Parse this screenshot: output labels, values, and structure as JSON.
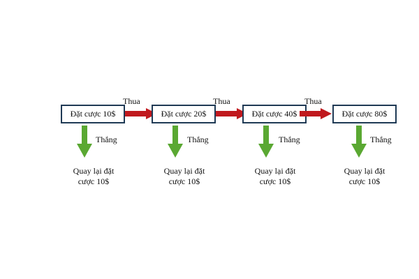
{
  "steps": [
    {
      "bet": "Đặt cược 10$",
      "win": "Thắng",
      "result_line1": "Quay lại đặt",
      "result_line2": "cược 10$"
    },
    {
      "bet": "Đặt cược 20$",
      "win": "Thắng",
      "result_line1": "Quay lại đặt",
      "result_line2": "cược 10$"
    },
    {
      "bet": "Đặt cược 40$",
      "win": "Thắng",
      "result_line1": "Quay lại đặt",
      "result_line2": "cược 10$"
    },
    {
      "bet": "Đặt cược 80$",
      "win": "Thắng",
      "result_line1": "Quay lại đặt",
      "result_line2": "cược 10$"
    }
  ],
  "lose_labels": [
    "Thua",
    "Thua",
    "Thua"
  ],
  "colors": {
    "lose_arrow": "#c0191e",
    "win_arrow": "#5aa832",
    "box_border": "#1f3a55"
  }
}
